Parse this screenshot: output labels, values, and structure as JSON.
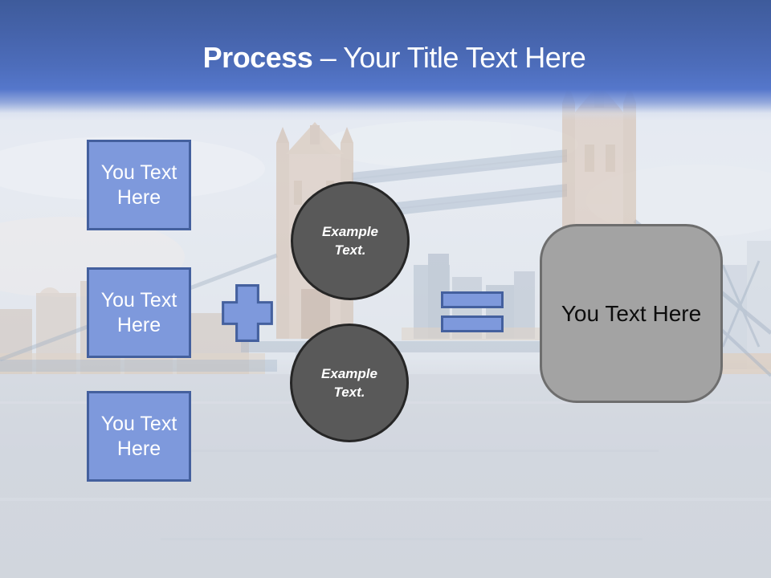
{
  "slide": {
    "title": {
      "bold": "Process",
      "rest": " – Your Title Text Here"
    },
    "input_boxes": [
      {
        "label": "You Text Here"
      },
      {
        "label": "You Text Here"
      },
      {
        "label": "You Text Here"
      }
    ],
    "operator_icons": {
      "plus": "plus-shape",
      "equals": "equals-shape"
    },
    "example_circles": [
      {
        "label": "Example Text."
      },
      {
        "label": "Example Text."
      }
    ],
    "result_box": {
      "label": "You Text Here"
    },
    "background": {
      "description": "faded photo of Tower Bridge, London"
    },
    "colors": {
      "accent_blue_fill": "#7E99DC",
      "accent_blue_border": "#44609E",
      "circle_fill": "#595959",
      "circle_border": "#262626",
      "result_fill": "#A3A3A3",
      "result_border": "#6E6E6E",
      "header_gradient_top": "#3E5B9B",
      "header_gradient_bottom": "#5577CB",
      "title_text": "#FFFFFF"
    }
  }
}
